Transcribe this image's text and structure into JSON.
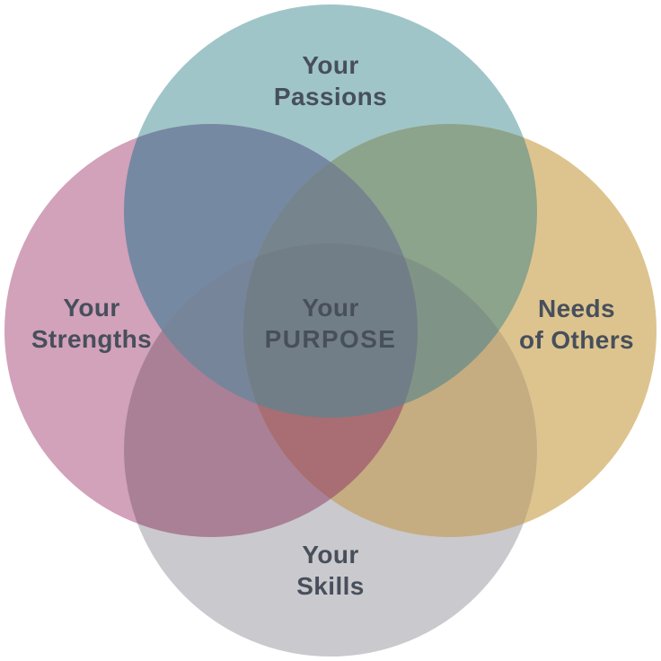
{
  "diagram": {
    "type": "venn-4-circle",
    "background_color": "#FFFFFF",
    "text_color": "#474F5B",
    "circles": [
      {
        "id": "passions",
        "position": "top",
        "label_lines": [
          "Your",
          "Passions"
        ],
        "color": "#9FC5C8"
      },
      {
        "id": "strengths",
        "position": "left",
        "label_lines": [
          "Your",
          "Strengths"
        ],
        "color": "#D2A1BA"
      },
      {
        "id": "needs",
        "position": "right",
        "label_lines": [
          "Needs",
          "of Others"
        ],
        "color": "#DDC48E"
      },
      {
        "id": "skills",
        "position": "bottom",
        "label_lines": [
          "Your",
          "Skills"
        ],
        "color": "#CAC9CE"
      }
    ],
    "overlaps": {
      "passions_strengths": "#7689A3",
      "passions_needs": "#8CA38C",
      "strengths_skills": "#AA8096",
      "needs_skills": "#C5AD81",
      "passions_strengths_needs": "#76848E",
      "passions_strengths_skills": "#76859A",
      "passions_needs_skills": "#7F9487",
      "strengths_needs_skills": "#A86E73",
      "center": "#717E88"
    },
    "center_label_lines": [
      "Your",
      "PURPOSE"
    ]
  }
}
